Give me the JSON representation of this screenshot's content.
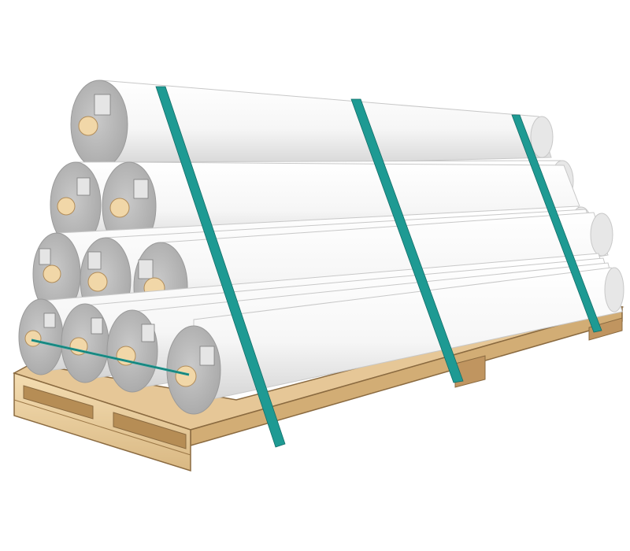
{
  "scene": {
    "subject": "stacked-film-rolls-on-wooden-pallet",
    "roll_count": 10,
    "rows": [
      4,
      3,
      2,
      1
    ],
    "strap_count": 3,
    "colors": {
      "background": "#ffffff",
      "roll_body": "#f7f7f7",
      "roll_shade": "#d6d6d6",
      "roll_end": "#b9b9b9",
      "core": "#f1d7a8",
      "strap": "#1e9a93",
      "pallet_top": "#f0d8ab",
      "pallet_side": "#c9a470",
      "pallet_dark": "#8a6a40"
    }
  }
}
